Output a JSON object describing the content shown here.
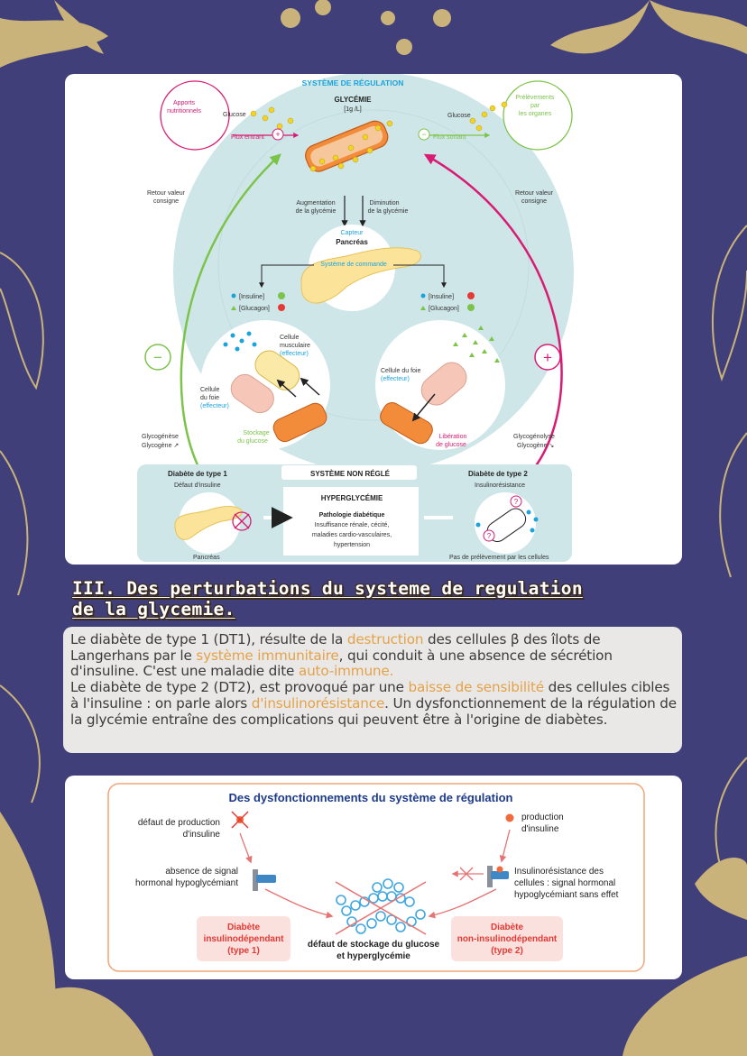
{
  "diagram1": {
    "title": "SYSTÈME DE RÉGULATION",
    "glycemie": "GLYCÉMIE",
    "glycemie_value": "[1g /L]",
    "apports": [
      "Apports",
      "nutritionnels"
    ],
    "prelevements": [
      "Prélèvements",
      "par",
      "les organes"
    ],
    "glucose_left": "Glucose",
    "glucose_right": "Glucose",
    "flux_entrant": "Flux entrant",
    "flux_sortant": "Flux sortant",
    "retour_left": [
      "Retour valeur",
      "consigne"
    ],
    "retour_right": [
      "Retour valeur",
      "consigne"
    ],
    "augmentation": [
      "Augmentation",
      "de la glycémie"
    ],
    "diminution": [
      "Diminution",
      "de la glycémie"
    ],
    "capteur": "Capteur",
    "pancreas": "Pancréas",
    "commande": "Système de commande",
    "insuline": "[Insuline]",
    "glucagon": "[Glucagon]",
    "cellule_musculaire": [
      "Cellule",
      "musculaire"
    ],
    "effecteur": "(effecteur)",
    "cellule_foie_left": [
      "Cellule",
      "du foie"
    ],
    "cellule_foie_right": "Cellule du foie",
    "stockage": [
      "Stockage",
      "du glucose"
    ],
    "liberation": [
      "Libération",
      "de glucose"
    ],
    "glycogenese": [
      "Glycogénèse",
      "Glycogène ↗"
    ],
    "glycogenolyse": [
      "Glycogénolyse",
      "Glycogène ↘"
    ],
    "minus": "−",
    "plus": "+",
    "diabete1": "Diabète de type 1",
    "defaut": "Défaut d'insuline",
    "non_regle": "SYSTÈME NON RÉGLÉ",
    "diabete2": "Diabète de type 2",
    "insulinoresistance": "Insulinorésistance",
    "hyperglycemie": "HYPERGLYCÉMIE",
    "pathologie": "Pathologie diabétique",
    "complications": [
      "Insuffisance rénale, cécité,",
      "maladies cardio-vasculaires,",
      "hypertension"
    ],
    "pancreas_bottom": "Pancréas",
    "pas_prelevement": "Pas de prélèvement par les cellules",
    "question": "?"
  },
  "heading": {
    "line1": "III. Des perturbations du systeme de regulation",
    "line2": "de la glycemie."
  },
  "text": {
    "p1_a": "Le diabète de type 1 (DT1), résulte de la ",
    "p1_h1": "destruction",
    "p1_b": " des cellules β des îlots de Langerhans par le ",
    "p1_h2": "système immunitaire",
    "p1_c": ", qui conduit à une absence de sécrétion d'insuline. C'est une maladie dite ",
    "p1_h3": "auto-immune.",
    "p2_a": "Le diabète de type 2 (DT2), est provoqué par une ",
    "p2_h1": "baisse de sensibilité",
    "p2_b": " des cellules cibles à l'insuline : on parle alors ",
    "p2_h2": "d'insulinorésistance",
    "p2_c": ". Un dysfonctionnement de la régulation de la glycémie entraîne des complications qui peuvent être à l'origine de diabètes."
  },
  "diagram2": {
    "title": "Des dysfonctionnements du système de régulation",
    "defaut_production": [
      "défaut de production",
      "d'insuline"
    ],
    "production": [
      "production",
      "d'insuline"
    ],
    "absence_signal": [
      "absence de signal",
      "hormonal hypoglycémiant"
    ],
    "insulinoresistance": [
      "Insulinorésistance des",
      "cellules : signal hormonal",
      "hypoglycémiant sans effet"
    ],
    "type1": [
      "Diabète",
      "insulinodépendant",
      "(type 1)"
    ],
    "type2": [
      "Diabète",
      "non-insulinodépendant",
      "(type 2)"
    ],
    "defaut_stockage": [
      "défaut de stockage du glucose",
      "et hyperglycémie"
    ]
  },
  "colors": {
    "background": "#413f79",
    "gold": "#c9b37a",
    "teal": "#cfe6e8",
    "pink": "#d81b73",
    "green": "#7cc34a",
    "red": "#e53935",
    "blue": "#1ca3dc",
    "highlight": "#e3a24a"
  }
}
